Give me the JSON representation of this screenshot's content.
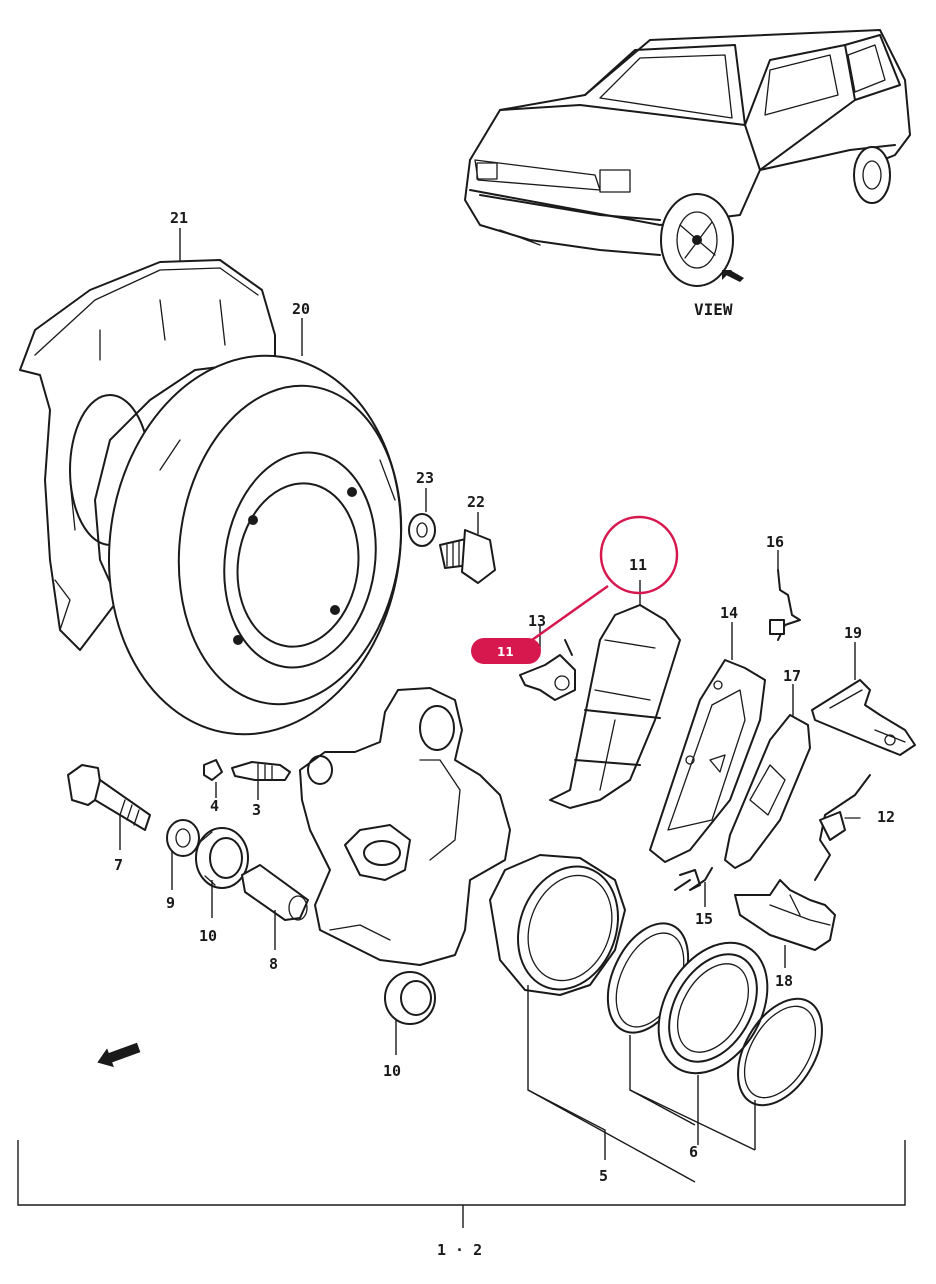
{
  "view_label": "VIEW",
  "assembly_label": "1 · 2",
  "parts": [
    {
      "id": "21",
      "name": "part-21-dust-shield"
    },
    {
      "id": "20",
      "name": "part-20-brake-disc"
    },
    {
      "id": "23",
      "name": "part-23-washer"
    },
    {
      "id": "22",
      "name": "part-22-bolt"
    },
    {
      "id": "13",
      "name": "part-13-clip"
    },
    {
      "id": "11",
      "name": "part-11-brake-pad"
    },
    {
      "id": "14",
      "name": "part-14-pad"
    },
    {
      "id": "16",
      "name": "part-16-spring"
    },
    {
      "id": "19",
      "name": "part-19-bracket"
    },
    {
      "id": "17",
      "name": "part-17-shim"
    },
    {
      "id": "12",
      "name": "part-12-spring-clip"
    },
    {
      "id": "15",
      "name": "part-15-spring"
    },
    {
      "id": "18",
      "name": "part-18-retainer"
    },
    {
      "id": "4",
      "name": "part-4-cap"
    },
    {
      "id": "3",
      "name": "part-3-bleeder"
    },
    {
      "id": "7",
      "name": "part-7-bolt"
    },
    {
      "id": "9",
      "name": "part-9-washer"
    },
    {
      "id": "10",
      "name": "part-10-boot"
    },
    {
      "id": "8",
      "name": "part-8-sleeve"
    },
    {
      "id": "10",
      "name": "part-10-boot-lower"
    },
    {
      "id": "5",
      "name": "part-5-piston"
    },
    {
      "id": "6",
      "name": "part-6-seal-kit"
    }
  ],
  "callout": {
    "ring_label": "11",
    "badge_label": "11",
    "ring_color": "#d6184f"
  },
  "icons": {
    "view_arrow": "arrow-icon",
    "direction_arrow": "front-arrow-icon"
  }
}
